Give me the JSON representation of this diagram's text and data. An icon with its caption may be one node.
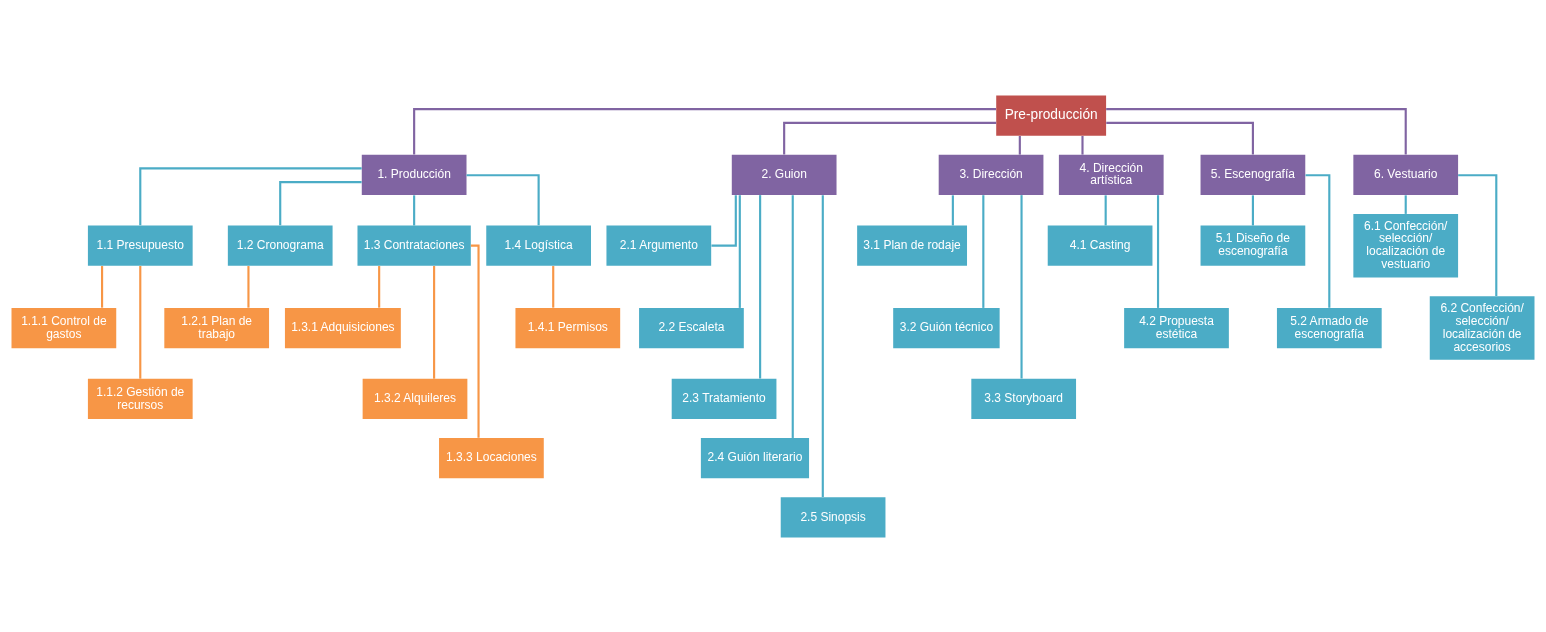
{
  "diagram": {
    "nodes": [
      {
        "text": [
          "Pre-producción"
        ]
      },
      {
        "text": [
          "1. Producción"
        ]
      },
      {
        "text": [
          "2. Guion"
        ]
      },
      {
        "text": [
          "3. Dirección"
        ]
      },
      {
        "text": [
          "4. Dirección artística"
        ]
      },
      {
        "text": [
          "5. Escenografía"
        ]
      },
      {
        "text": [
          "6. Vestuario"
        ]
      },
      {
        "text": [
          "1.1 Presupuesto"
        ]
      },
      {
        "text": [
          "1.2 Cronograma"
        ]
      },
      {
        "text": [
          "1.3 Contrataciones"
        ]
      },
      {
        "text": [
          "1.4 Logística"
        ]
      },
      {
        "text": [
          "1.1.1 Control de gastos"
        ]
      },
      {
        "text": [
          "1.1.2 Gestión de recursos"
        ]
      },
      {
        "text": [
          "1.2.1 Plan de trabajo"
        ]
      },
      {
        "text": [
          "1.3.1 Adquisiciones"
        ]
      },
      {
        "text": [
          "1.3.2 Alquileres"
        ]
      },
      {
        "text": [
          "1.3.3 Locaciones"
        ]
      },
      {
        "text": [
          "1.4.1 Permisos"
        ]
      },
      {
        "text": [
          "2.1 Argumento"
        ]
      },
      {
        "text": [
          "2.2 Escaleta"
        ]
      },
      {
        "text": [
          "2.3 Tratamiento"
        ]
      },
      {
        "text": [
          "2.4 Guión literario"
        ]
      },
      {
        "text": [
          "2.5 Sinopsis"
        ]
      },
      {
        "text": [
          "3.1 Plan de rodaje"
        ]
      },
      {
        "text": [
          "3.2 Guión técnico"
        ]
      },
      {
        "text": [
          "3.3 Storyboard"
        ]
      },
      {
        "text": [
          "4.1 Casting"
        ]
      },
      {
        "text": [
          "4.2 Propuesta estética"
        ]
      },
      {
        "text": [
          "5.1 Diseño de escenografía"
        ]
      },
      {
        "text": [
          "5.2 Armado de escenografía"
        ]
      },
      {
        "text": [
          "6.1 Confección/ selección/ localización de vestuario"
        ]
      },
      {
        "text": [
          "6.2 Confección/ selección/ localización de accesorios"
        ]
      }
    ],
    "edges": [
      {
        "from": 0,
        "to": 1,
        "arrow": "none",
        "color": "#8064a2"
      },
      {
        "from": 0,
        "to": 2,
        "arrow": "none",
        "color": "#8064a2"
      },
      {
        "from": 0,
        "to": 3,
        "arrow": "none",
        "color": "#8064a2"
      },
      {
        "from": 0,
        "to": 4,
        "arrow": "none",
        "color": "#8064a2"
      },
      {
        "from": 0,
        "to": 5,
        "arrow": "none",
        "color": "#8064a2"
      },
      {
        "from": 0,
        "to": 6,
        "arrow": "none",
        "color": "#8064a2"
      },
      {
        "from": 1,
        "to": 7,
        "arrow": "none"
      },
      {
        "from": 1,
        "to": 8,
        "arrow": "none"
      },
      {
        "from": 1,
        "to": 9,
        "arrow": "none"
      },
      {
        "from": 1,
        "to": 10,
        "arrow": "none"
      },
      {
        "from": 7,
        "to": 11,
        "arrow": "none",
        "color": "#f79646"
      },
      {
        "from": 7,
        "to": 12,
        "arrow": "none",
        "color": "#f79646"
      },
      {
        "from": 8,
        "to": 13,
        "arrow": "none",
        "color": "#f79646"
      },
      {
        "from": 9,
        "to": 14,
        "arrow": "none",
        "color": "#f79646"
      },
      {
        "from": 9,
        "to": 15,
        "arrow": "none",
        "color": "#f79646"
      },
      {
        "from": 9,
        "to": 16,
        "arrow": "none",
        "color": "#f79646"
      },
      {
        "from": 10,
        "to": 17,
        "arrow": "none",
        "color": "#f79646"
      },
      {
        "from": 2,
        "to": 18,
        "arrow": "none"
      },
      {
        "from": 2,
        "to": 19,
        "arrow": "none"
      },
      {
        "from": 2,
        "to": 20,
        "arrow": "none"
      },
      {
        "from": 2,
        "to": 21,
        "arrow": "none"
      },
      {
        "from": 2,
        "to": 22,
        "arrow": "none"
      },
      {
        "from": 3,
        "to": 23,
        "arrow": "none"
      },
      {
        "from": 3,
        "to": 24,
        "arrow": "none"
      },
      {
        "from": 3,
        "to": 25,
        "arrow": "none"
      },
      {
        "from": 4,
        "to": 26,
        "arrow": "none"
      },
      {
        "from": 4,
        "to": 27,
        "arrow": "none"
      },
      {
        "from": 5,
        "to": 28,
        "arrow": "none"
      },
      {
        "from": 5,
        "to": 29,
        "arrow": "none"
      },
      {
        "from": 6,
        "to": 30,
        "arrow": "none"
      },
      {
        "from": 6,
        "to": 31,
        "arrow": "none"
      }
    ]
  }
}
